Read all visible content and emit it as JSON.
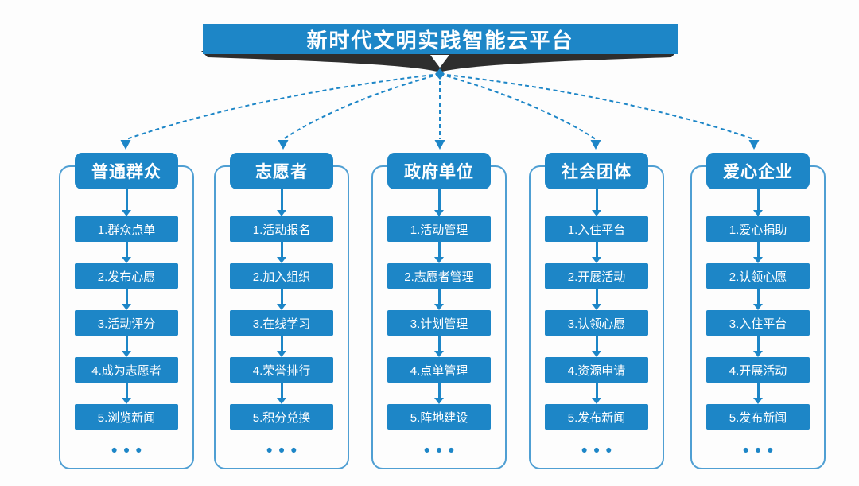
{
  "banner": {
    "title": "新时代文明实践智能云平台"
  },
  "colors": {
    "accent": "#1d86c7",
    "ribbon": "#2e2e2e",
    "frame_border": "#4f9fd3",
    "text_on_blue": "#ffffff"
  },
  "columns": [
    {
      "title": "普通群众",
      "items": [
        "1.群众点单",
        "2.发布心愿",
        "3.活动评分",
        "4.成为志愿者",
        "5.浏览新闻"
      ],
      "more": "•••"
    },
    {
      "title": "志愿者",
      "items": [
        "1.活动报名",
        "2.加入组织",
        "3.在线学习",
        "4.荣誉排行",
        "5.积分兑换"
      ],
      "more": "•••"
    },
    {
      "title": "政府单位",
      "items": [
        "1.活动管理",
        "2.志愿者管理",
        "3.计划管理",
        "4.点单管理",
        "5.阵地建设"
      ],
      "more": "•••"
    },
    {
      "title": "社会团体",
      "items": [
        "1.入住平台",
        "2.开展活动",
        "3.认领心愿",
        "4.资源申请",
        "5.发布新闻"
      ],
      "more": "•••"
    },
    {
      "title": "爱心企业",
      "items": [
        "1.爱心捐助",
        "2.认领心愿",
        "3.入住平台",
        "4.开展活动",
        "5.发布新闻"
      ],
      "more": "•••"
    }
  ]
}
